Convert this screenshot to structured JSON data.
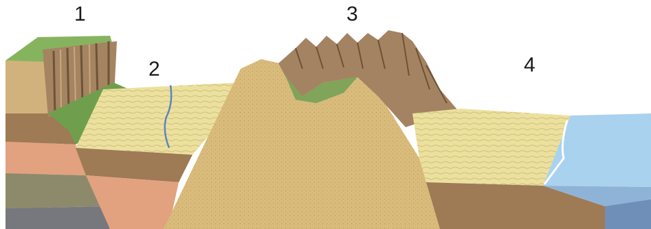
{
  "labels": {
    "l1": "1",
    "l2": "2",
    "l3": "3",
    "l4": "4"
  },
  "colors": {
    "sand": "#d7b878",
    "grass": "#7fae5a",
    "cliff": "#a0805c",
    "plain": "#e9dd9a",
    "water": "#a9d2ee",
    "layer_brown": "#9e7a55",
    "layer_salmon": "#e2a27f",
    "layer_olive": "#8d8a6c",
    "layer_slate": "#77787e"
  }
}
